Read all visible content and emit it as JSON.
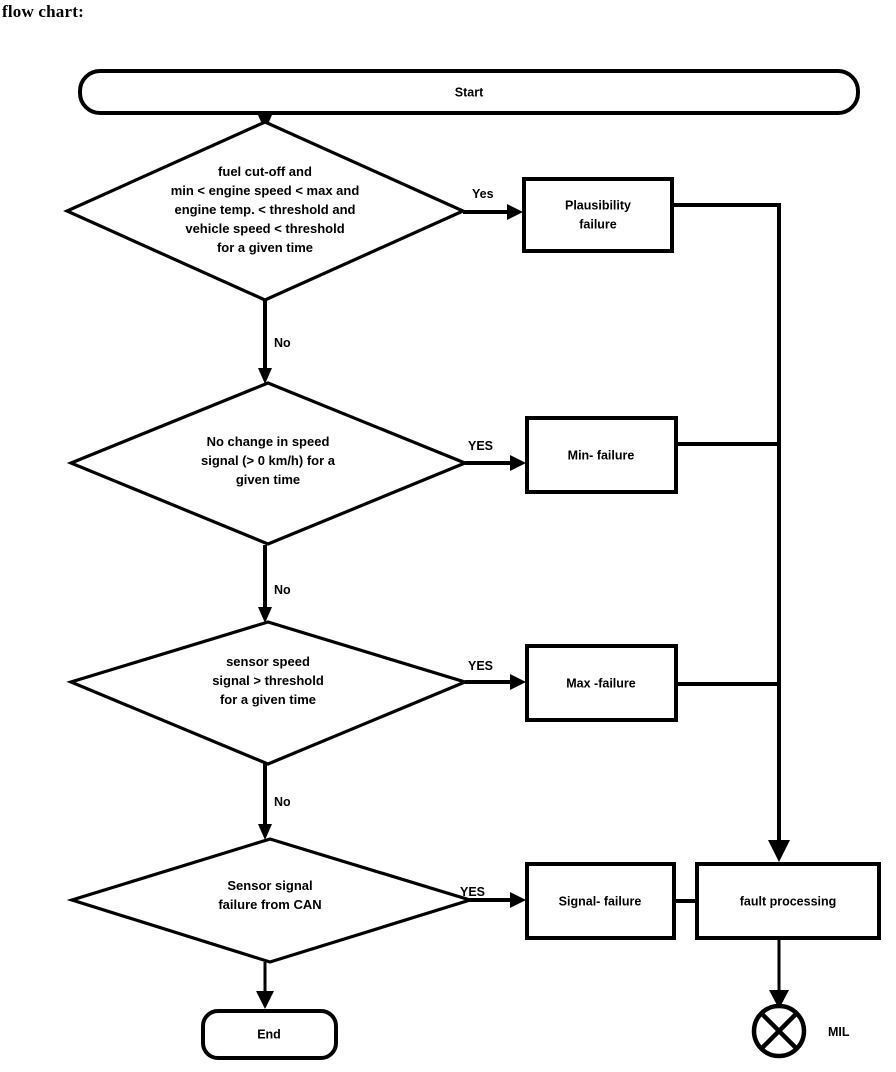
{
  "page": {
    "heading": "flow chart:"
  },
  "nodes": {
    "start": {
      "label": "Start",
      "shape": "rounded-rectangle"
    },
    "end": {
      "label": "End",
      "shape": "rounded-rectangle"
    },
    "decision1": {
      "lines": [
        "fuel cut-off and",
        "min < engine speed < max and",
        "engine temp. < threshold and",
        "vehicle speed < threshold",
        "for a given time"
      ],
      "shape": "diamond"
    },
    "decision2": {
      "lines": [
        "No change in speed",
        "signal (> 0 km/h) for a",
        "given time"
      ],
      "shape": "diamond"
    },
    "decision3": {
      "lines": [
        "sensor speed",
        "signal  > threshold",
        "for a given time"
      ],
      "shape": "diamond"
    },
    "decision4": {
      "lines": [
        "Sensor signal",
        "failure from CAN"
      ],
      "shape": "diamond"
    },
    "plausibility_failure": {
      "lines": [
        "Plausibility",
        "failure"
      ],
      "shape": "rectangle"
    },
    "min_failure": {
      "lines": [
        "Min- failure"
      ],
      "shape": "rectangle"
    },
    "max_failure": {
      "lines": [
        "Max -failure"
      ],
      "shape": "rectangle"
    },
    "signal_failure": {
      "lines": [
        "Signal- failure"
      ],
      "shape": "rectangle"
    },
    "fault_processing": {
      "lines": [
        "fault processing"
      ],
      "shape": "rectangle"
    },
    "mil": {
      "label": "MIL",
      "shape": "lamp-circle-cross"
    }
  },
  "edge_labels": {
    "yes1": "Yes",
    "no1": "No",
    "yes2": "YES",
    "no2": "No",
    "yes3": "YES",
    "no3": "No",
    "yes4": "YES"
  },
  "colors": {
    "stroke": "#000000",
    "fill": "#ffffff",
    "text": "#000000"
  }
}
